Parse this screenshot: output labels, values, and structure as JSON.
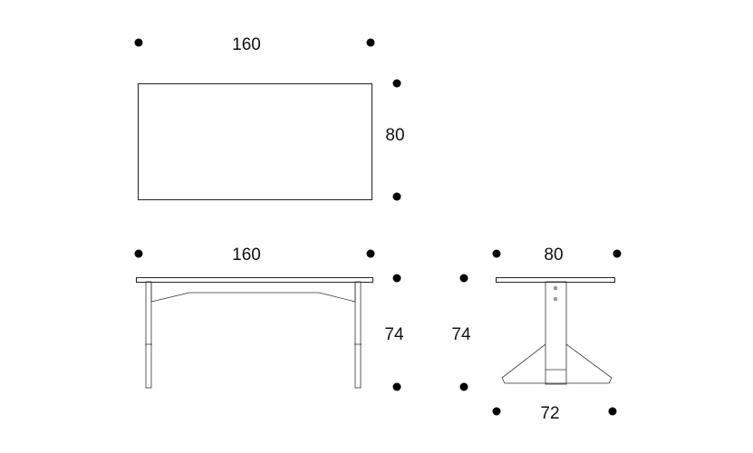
{
  "drawing": {
    "top_view": {
      "width_label": "160",
      "depth_label": "80"
    },
    "front_view": {
      "width_label": "160",
      "height_label": "74"
    },
    "side_view": {
      "top_label": "80",
      "height_label": "74",
      "base_label": "72"
    }
  },
  "colors": {
    "line": "#222222",
    "dot": "#000000",
    "bolt": "#9a9a9a",
    "background": "#ffffff"
  }
}
